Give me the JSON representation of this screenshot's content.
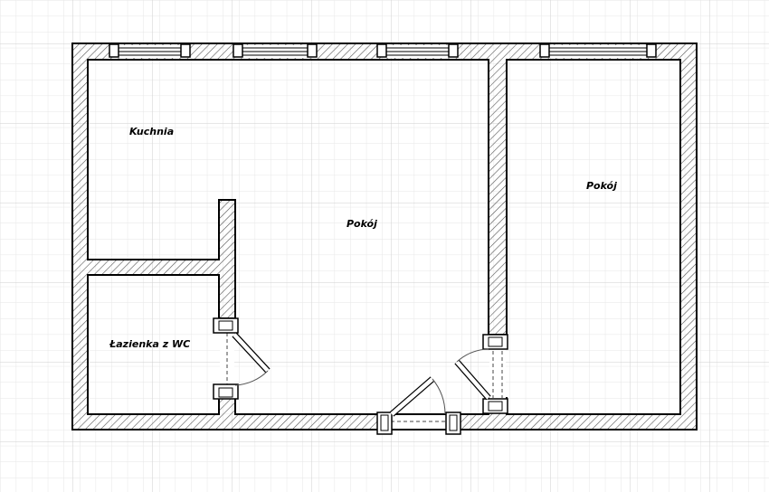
{
  "rooms": {
    "kitchen": "Kuchnia",
    "living": "Pokój",
    "bedroom": "Pokój",
    "bathroom": "Łazienka z WC"
  },
  "colors": {
    "background": "#ffffff",
    "grid_minor": "#e6e6e6",
    "grid_major": "#cfcfcf",
    "wall_outline": "#000000",
    "wall_hatch": "#555555"
  },
  "icons": {
    "window": "window-icon",
    "door": "door-icon"
  }
}
